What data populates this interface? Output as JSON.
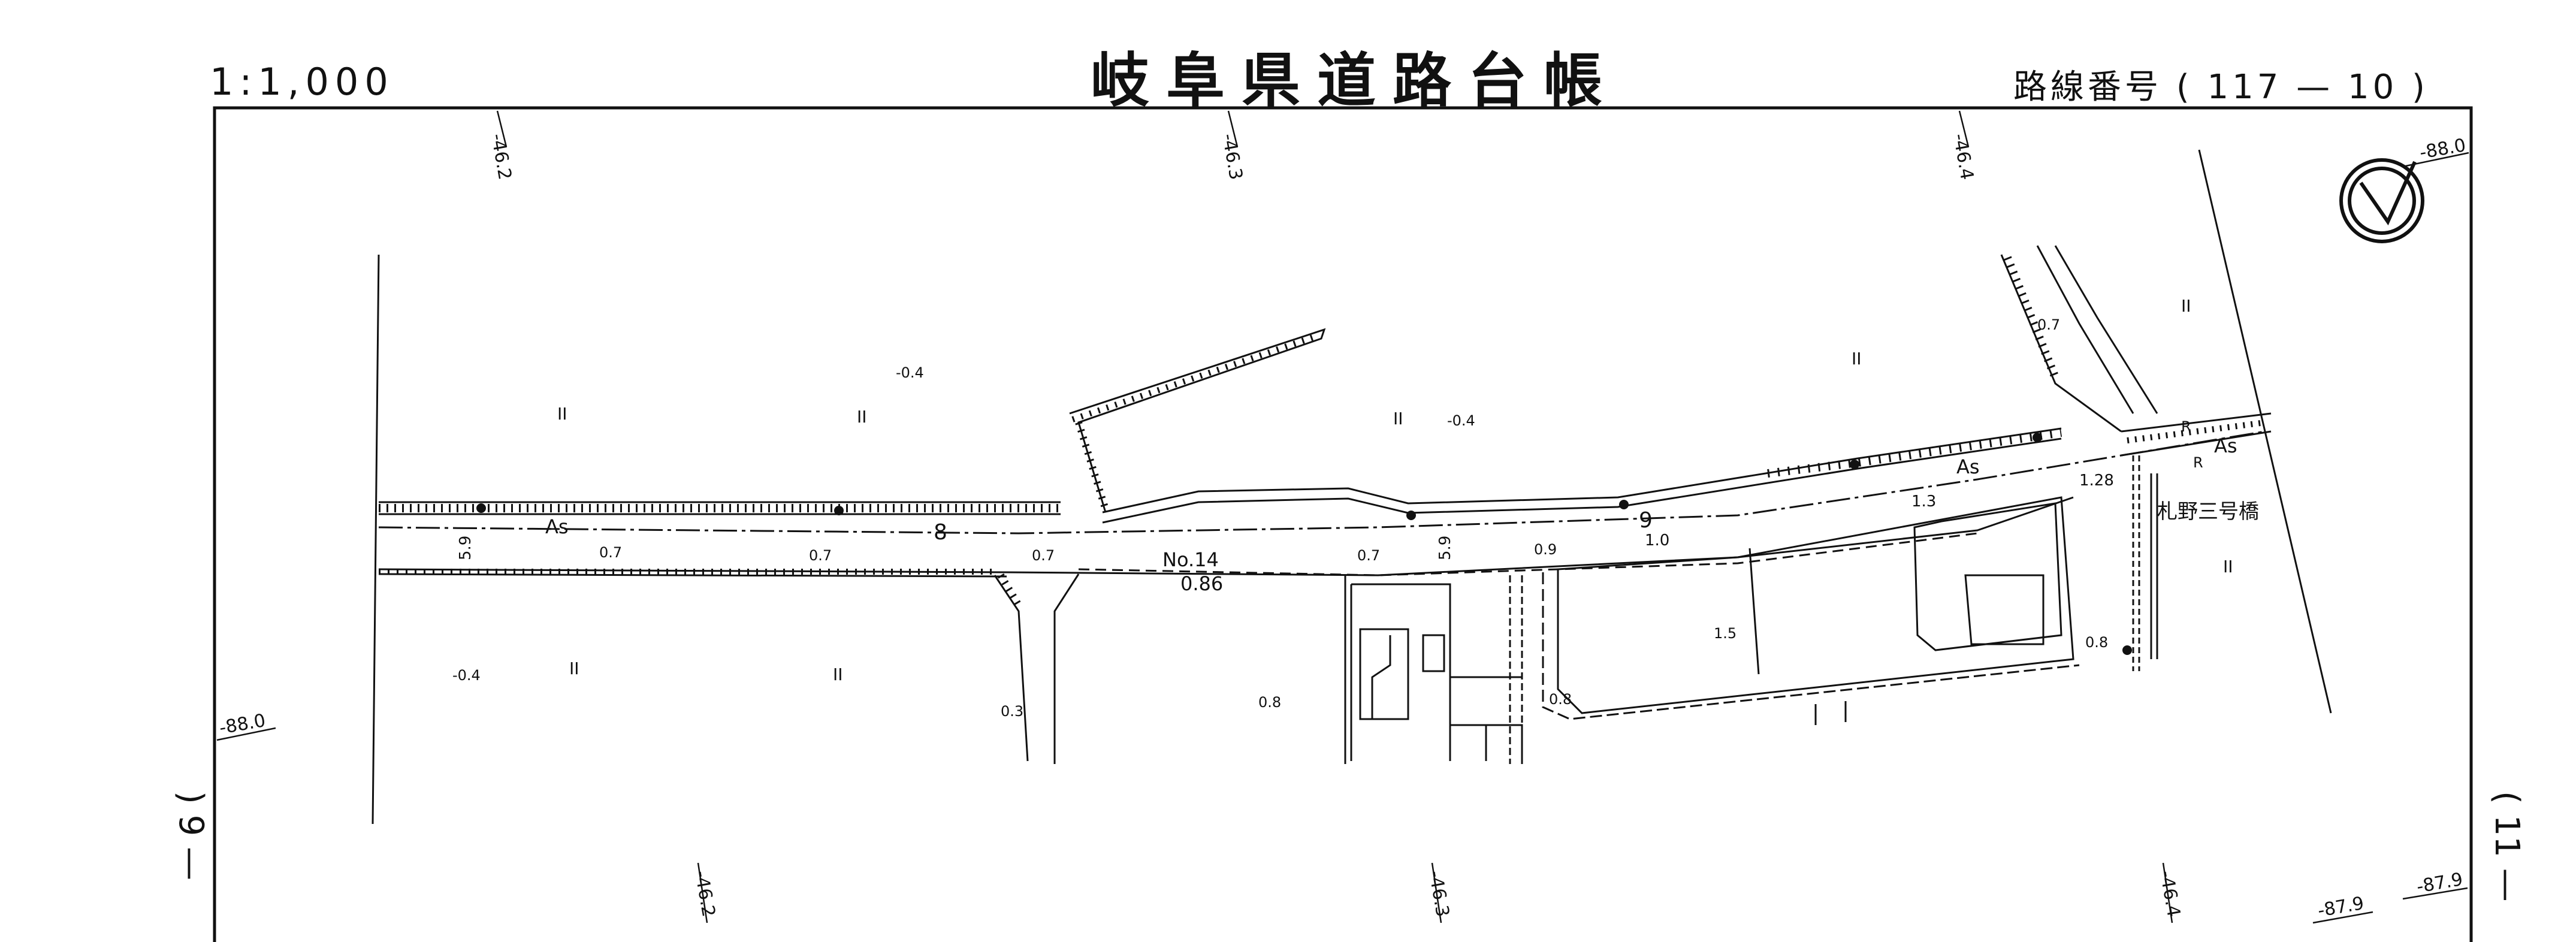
{
  "header": {
    "scale": "1:1,000",
    "title": "岐阜県道路台帳",
    "route_label": "路線番号",
    "route_open": "(",
    "route_number": "117 — 10",
    "route_close": ")"
  },
  "side_marks": {
    "left": ") 9 —",
    "right": "( 11 —"
  },
  "grid_labels": {
    "top_left": "-46.2",
    "top_center": "-46.3",
    "top_right": "-46.4",
    "bottom_left": "-46.2",
    "bottom_center": "-46.3",
    "bottom_right": "-46.4",
    "left_edge": "-88.0",
    "right_top": "-88.0",
    "right_bottom": "-87.9",
    "bottom_edge": "-87.9"
  },
  "map_labels": {
    "pavement_west": "As",
    "pavement_east_1": "As",
    "pavement_east_2": "As",
    "section_8": "8",
    "section_9": "9",
    "survey_point": "No.14",
    "survey_elev": "0.86",
    "bridge_name": "札野三号橋",
    "r1": "R",
    "r2": "R",
    "width_1": "5.9",
    "width_2": "5.9",
    "width_3": "1.28",
    "width_4": "1.3",
    "width_5": "1.0",
    "e1": "-0.4",
    "e2": "-0.4",
    "e3": "-0.4",
    "s1": "0.7",
    "s2": "0.7",
    "s3": "0.7",
    "s4": "0.7",
    "s5": "0.9",
    "s6": "0.7",
    "s7": "0.8",
    "s8": "0.8",
    "s9": "0.8",
    "s10": "0.3",
    "s11": "1.5",
    "rice1": "II",
    "rice2": "II",
    "rice3": "II",
    "rice4": "II",
    "rice5": "II",
    "rice6": "II",
    "rice7": "II",
    "rice8": "II"
  },
  "north_arrow": "north-arrow-icon"
}
